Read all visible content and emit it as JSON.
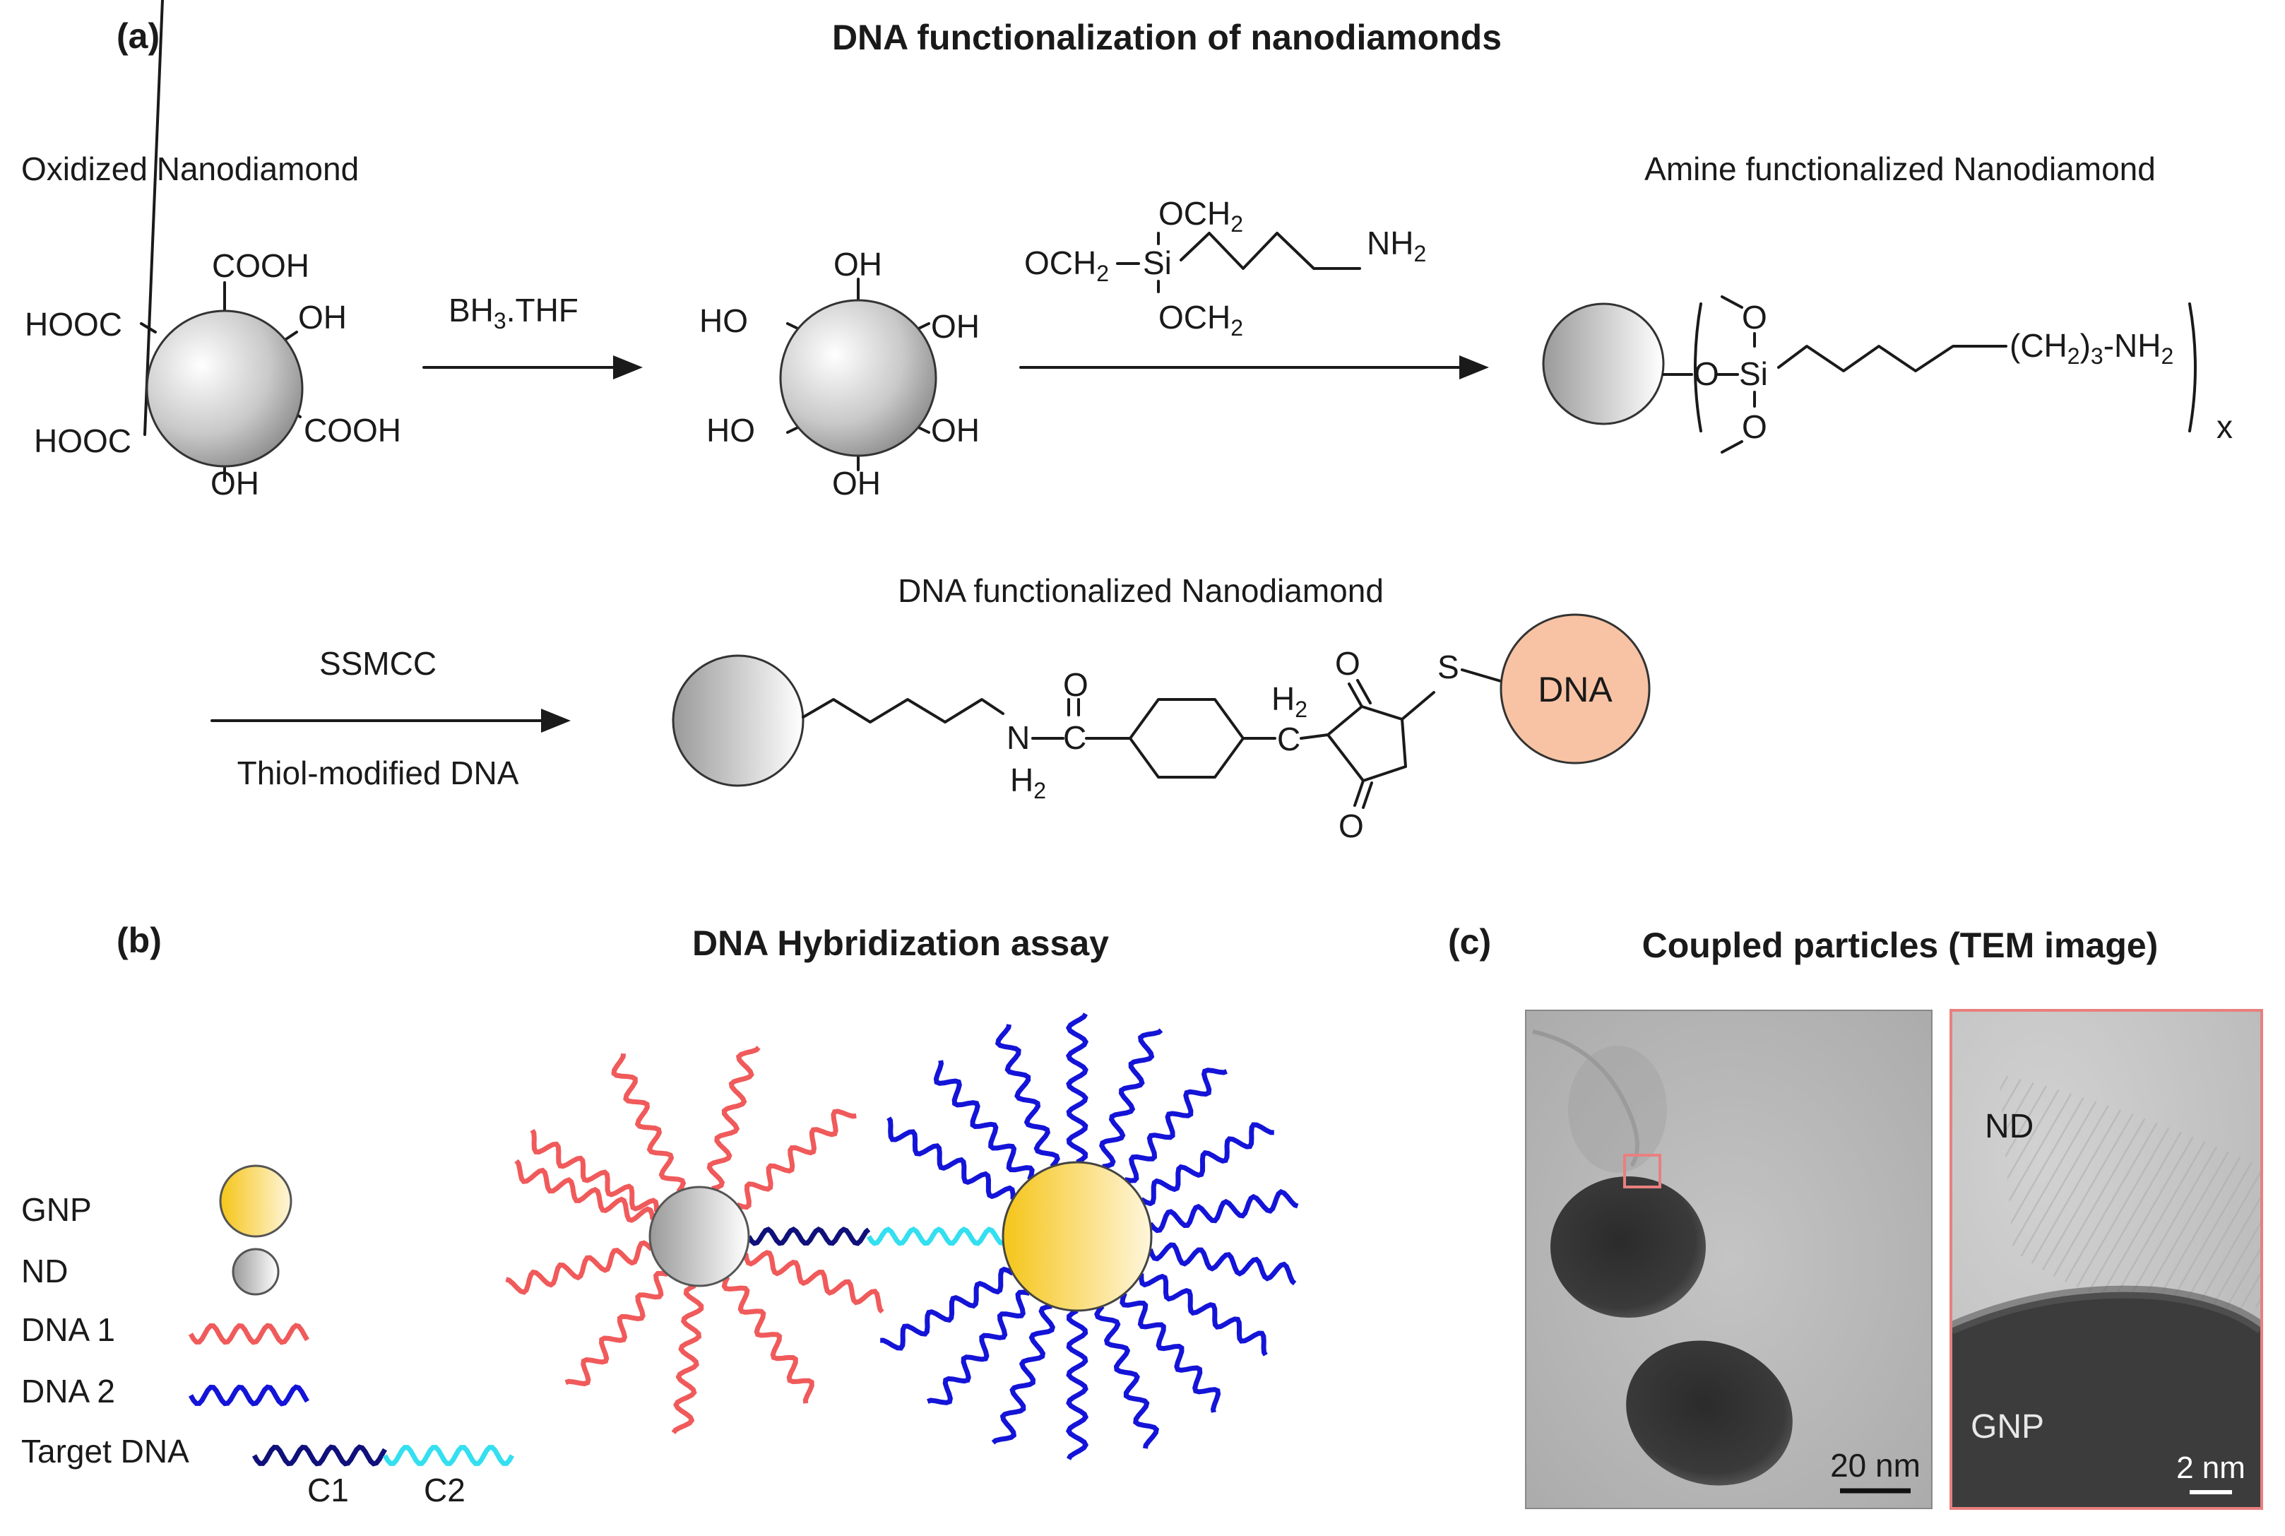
{
  "panel_a": {
    "letter": "(a)",
    "title": "DNA functionalization of nanodiamonds",
    "oxidized_label": "Oxidized Nanodiamond",
    "amine_label": "Amine functionalized Nanodiamond",
    "dna_nd_label": "DNA functionalized Nanodiamond",
    "cooh": "COOH",
    "hooc": "HOOC",
    "oh": "OH",
    "ho": "HO",
    "reagent1": "BH",
    "reagent1_sub": "3",
    "reagent1_rest": ".THF",
    "och2": "OCH",
    "och2_sub": "2",
    "si": "Si",
    "nh2": "NH",
    "nh2_sub": "2",
    "o": "O",
    "ch2_3": "(CH",
    "ch2_3_sub1": "2",
    "ch2_3_paren": ")",
    "ch2_3_sub2": "3",
    "ch2_3_rest": "-NH",
    "ch2_3_sub3": "2",
    "repeat_x": "x",
    "reagent2": "SSMCC",
    "reagent3": "Thiol-modified DNA",
    "n": "N",
    "h2": "H",
    "h2_sub": "2",
    "c": "C",
    "s": "S",
    "dna": "DNA"
  },
  "panel_b": {
    "letter": "(b)",
    "title": "DNA Hybridization assay",
    "legend": [
      {
        "key": "gnp",
        "label": "GNP"
      },
      {
        "key": "nd",
        "label": "ND"
      },
      {
        "key": "dna1",
        "label": "DNA 1"
      },
      {
        "key": "dna2",
        "label": "DNA 2"
      },
      {
        "key": "target",
        "label": "Target DNA"
      }
    ],
    "c1": "C1",
    "c2": "C2"
  },
  "panel_c": {
    "letter": "(c)",
    "title": "Coupled particles (TEM image)",
    "nd_label": "ND",
    "gnp_label": "GNP",
    "scale1": "20 nm",
    "scale2": "2 nm"
  },
  "colors": {
    "dna1": "#f05a5a",
    "dna2": "#1414d8",
    "target_c1": "#10107a",
    "target_c2": "#34e0f0",
    "gnp": "#f5c518",
    "dna_ball": "#f7c3a4",
    "tem_frame": "#e88080"
  }
}
